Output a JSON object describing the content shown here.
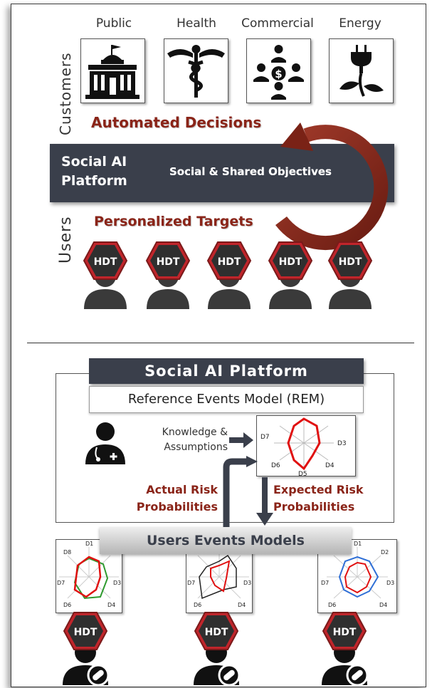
{
  "customers": {
    "axis_label": "Customers",
    "items": [
      {
        "label": "Public",
        "icon": "government-building-icon"
      },
      {
        "label": "Health",
        "icon": "caduceus-icon"
      },
      {
        "label": "Commercial",
        "icon": "business-people-icon"
      },
      {
        "label": "Energy",
        "icon": "plug-plant-icon"
      }
    ]
  },
  "top": {
    "automated_decisions": "Automated Decisions",
    "platform_name_line1": "Social AI",
    "platform_name_line2": "Platform",
    "objectives": "Social & Shared Objectives",
    "personalized_targets": "Personalized Targets",
    "users_axis_label": "Users",
    "hdt_label": "HDT",
    "cycle_arrow_icon": "cycle-arrow-icon"
  },
  "bottom": {
    "title": "Social AI Platform",
    "rem": "Reference Events Model (REM)",
    "knowledge_line1": "Knowledge &",
    "knowledge_line2": "Assumptions",
    "actual_line1": "Actual Risk",
    "actual_line2": "Probabilities",
    "expected_line1": "Expected Risk",
    "expected_line2": "Probabilities",
    "users_events_models": "Users Events Models",
    "hdt_label": "HDT",
    "rem_axes": [
      "D3",
      "D4",
      "D5",
      "D6",
      "D7"
    ],
    "user_axes": [
      "D1",
      "D2",
      "D3",
      "D4",
      "D6",
      "D7",
      "D8"
    ],
    "user_axes_partial": [
      "D1",
      "D2",
      "D3",
      "D4",
      "D6",
      "D7",
      "D8"
    ]
  },
  "colors": {
    "accent_red": "#8a2418",
    "hex_red": "#c0252b",
    "dark_bar": "#3a3f4b",
    "radar_red": "#e01010",
    "radar_green": "#2e9a2e",
    "radar_blue": "#2f6fd6",
    "radar_black": "#222222"
  }
}
